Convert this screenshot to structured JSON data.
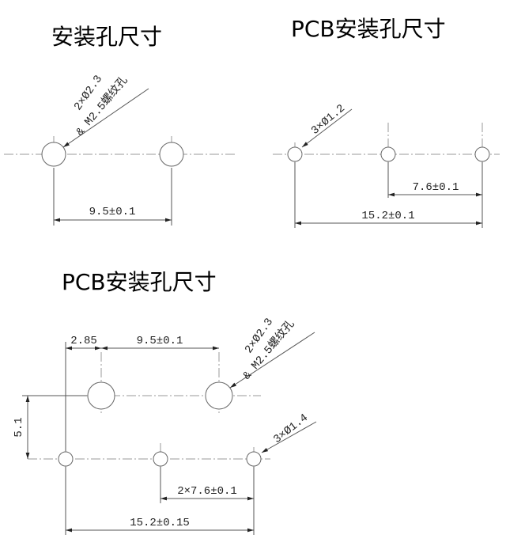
{
  "section1": {
    "title": "安装孔尺寸",
    "hole_note_1": "2×Ø2.3",
    "hole_note_2": "& M2.5螺纹孔",
    "dim_spacing": "9.5±0.1"
  },
  "section2": {
    "title": "PCB安装孔尺寸",
    "hole_note": "3×Ø1.2",
    "dim_inner": "7.6±0.1",
    "dim_total": "15.2±0.1"
  },
  "section3": {
    "title": "PCB安装孔尺寸",
    "dim_offset": "2.85",
    "dim_spacing": "9.5±0.1",
    "hole_note_1": "2×Ø2.3",
    "hole_note_2": "& M2.5螺纹孔",
    "dim_vertical": "5.1",
    "small_hole_note": "3×Ø1.4",
    "dim_small_spacing": "2×7.6±0.1",
    "dim_total": "15.2±0.15"
  }
}
